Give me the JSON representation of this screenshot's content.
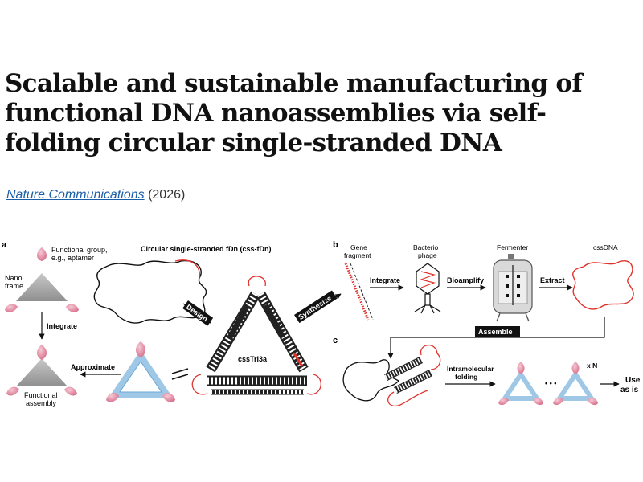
{
  "article": {
    "title": "Scalable and sustainable manufacturing of functional DNA nanoassemblies via self-folding circular single-stranded DNA",
    "journal": "Nature Communications",
    "year": "(2026)"
  },
  "figure": {
    "panel_a": {
      "letter": "a",
      "functional_group": "Functional group,",
      "functional_group_eg": "e.g., aptamer",
      "nano": "Nano",
      "frame": "frame",
      "integrate": "Integrate",
      "functional": "Functional",
      "assembly": "assembly",
      "approximate": "Approximate",
      "circular_title": "Circular single-stranded fDn (css-fDn)",
      "design": "Design",
      "csstri3a": "cssTri3a",
      "synthesize": "Synthesize"
    },
    "panel_b": {
      "letter": "b",
      "gene": "Gene",
      "fragment": "fragment",
      "bacterio": "Bacterio",
      "phage": "phage",
      "fermenter": "Fermenter",
      "cssdna": "cssDNA",
      "integrate": "Integrate",
      "bioamplify": "Bioamplify",
      "extract": "Extract",
      "assemble": "Assemble"
    },
    "panel_c": {
      "letter": "c",
      "intramolecular": "Intramolecular",
      "folding": "folding",
      "xn": "x N",
      "use": "Use",
      "as_is": "as is",
      "dots": "• • •"
    },
    "colors": {
      "strand": "#e0332e",
      "helix": "#9ec8e6",
      "petal": "#e38ea5",
      "frame": "#a8a8a8"
    }
  }
}
